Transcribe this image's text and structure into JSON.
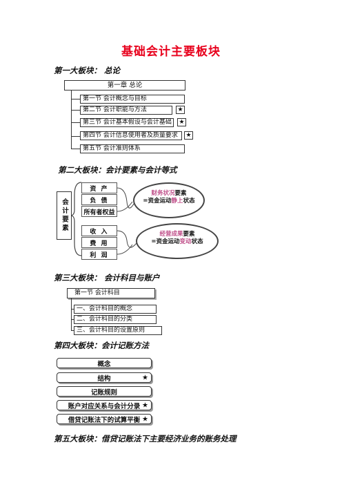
{
  "title": "基础会计主要板块",
  "section1": {
    "heading": "第一大板块：  总论",
    "chapter": "第一章   总论",
    "items": [
      {
        "label": "第一节  会计概念与目标",
        "star": ""
      },
      {
        "label": "第二节  会计职能与方法",
        "star": "★"
      },
      {
        "label": "第三节  会计基本假设与会计基础",
        "star": "★"
      },
      {
        "label": "第四节  会计信息使用者及质量要求",
        "star": "★"
      },
      {
        "label": "第五节  会计准则体系",
        "star": ""
      }
    ]
  },
  "section2": {
    "heading": "第二大板块：会计要素与会计等式",
    "root": "会计要素",
    "group1": [
      "资 产",
      "负 债",
      "所有者权益"
    ],
    "group2": [
      "收 入",
      "费 用",
      "利 润"
    ],
    "oval1": {
      "line1_a": "财务状况",
      "line1_b": "要素",
      "line2_a": "=资金运动",
      "line2_b": "静上",
      "line2_c": "状态"
    },
    "oval2": {
      "line1_a": "经营成果",
      "line1_b": "要素",
      "line2_a": "=资金运动",
      "line2_b": "变动",
      "line2_c": "状态"
    }
  },
  "section3": {
    "heading": "第三大板块：   会计科目与账户",
    "chapter": "第一节  会计科目",
    "items": [
      "一、会计科目的概念",
      "二、会计科目的分类",
      "三、会计科目的设置原则"
    ]
  },
  "section4": {
    "heading": "第四大板块：会计记账方法",
    "items": [
      {
        "label": "概念",
        "star": ""
      },
      {
        "label": "结构",
        "star": "★"
      },
      {
        "label": "记账规则",
        "star": ""
      },
      {
        "label": "账户对应关系与会计分录",
        "star": "★"
      },
      {
        "label": "借贷记账法下的试算平衡",
        "star": "★"
      }
    ]
  },
  "section5": {
    "heading": "第五大板块：借贷记账法下主要经济业务的账务处理"
  }
}
